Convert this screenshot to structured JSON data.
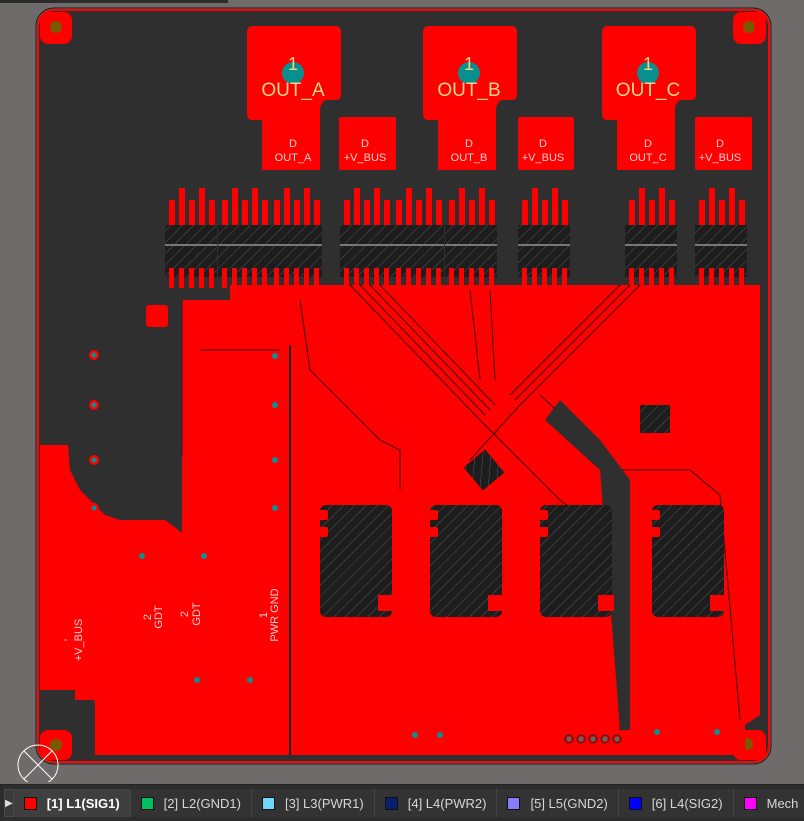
{
  "board": {
    "pads_top": [
      {
        "num": "1",
        "net": "OUT_A"
      },
      {
        "num": "1",
        "net": "OUT_B"
      },
      {
        "num": "1",
        "net": "OUT_C"
      }
    ],
    "pads_drain": [
      {
        "pin": "D",
        "net": "OUT_A"
      },
      {
        "pin": "D",
        "net": "+V_BUS"
      },
      {
        "pin": "D",
        "net": "OUT_B"
      },
      {
        "pin": "D",
        "net": "+V_BUS"
      },
      {
        "pin": "D",
        "net": "OUT_C"
      },
      {
        "pin": "D",
        "net": "+V_BUS"
      }
    ],
    "left_pads": [
      {
        "pin": "'",
        "net": "+V_BUS"
      },
      {
        "pin": "2",
        "net": "GDT"
      },
      {
        "pin": "2",
        "net": "GDT"
      },
      {
        "pin": "1",
        "net": "PWR GND"
      }
    ],
    "colors": {
      "copper": "#ff0000",
      "board": "#2f2f2f",
      "via": "#0a8f8f",
      "hole": "#7a5a00"
    }
  },
  "layer_tabs": [
    {
      "label": "[1] L1(SIG1)",
      "color": "#ff0000",
      "active": true
    },
    {
      "label": "[2] L2(GND1)",
      "color": "#00c060",
      "active": false
    },
    {
      "label": "[3] L3(PWR1)",
      "color": "#6fd8ff",
      "active": false
    },
    {
      "label": "[4] L4(PWR2)",
      "color": "#0a1f6e",
      "active": false
    },
    {
      "label": "[5] L5(GND2)",
      "color": "#8a7cff",
      "active": false
    },
    {
      "label": "[6] L4(SIG2)",
      "color": "#0000ff",
      "active": false
    },
    {
      "label": "Mech",
      "color": "#ff00ff",
      "active": false
    }
  ]
}
